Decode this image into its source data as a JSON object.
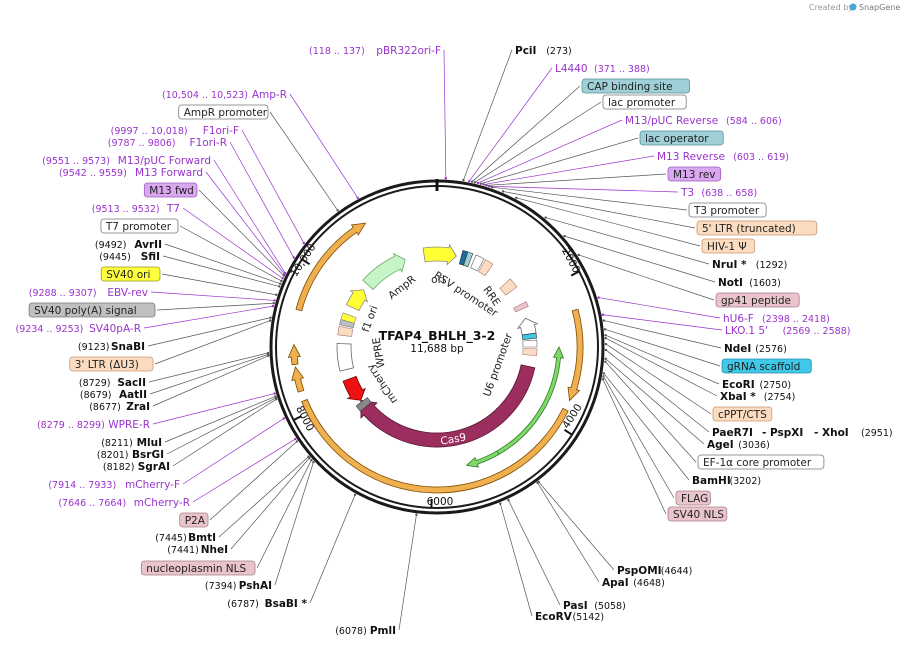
{
  "credit": {
    "prefix": "Created by",
    "brand": "SnapGene"
  },
  "plasmid": {
    "name": "TFAP4_BHLH_3-2",
    "length": "11,688 bp"
  },
  "ticks": [
    "2000",
    "4000",
    "6000",
    "8000",
    "10,000"
  ],
  "inner_labels": [
    "AmpR",
    "ori",
    "RSV promoter",
    "RRE",
    "f1 ori",
    "WPRE",
    "mCherry",
    "U6 promoter",
    "Cas9"
  ],
  "enzymes": [
    {
      "name": "PciI",
      "pos": "(273)"
    },
    {
      "name": "NruI *",
      "pos": "(1292)"
    },
    {
      "name": "NotI",
      "pos": "(1603)"
    },
    {
      "name": "NdeI",
      "pos": "(2576)"
    },
    {
      "name": "EcoRI",
      "pos": "(2750)"
    },
    {
      "name": "XbaI *",
      "pos": "(2754)"
    },
    {
      "name": "PaeR7I",
      "pos": ""
    },
    {
      "name": "- PspXI",
      "pos": ""
    },
    {
      "name": "- XhoI",
      "pos": "(2951)"
    },
    {
      "name": "AgeI",
      "pos": "(3036)"
    },
    {
      "name": "BamHI",
      "pos": "(3202)"
    },
    {
      "name": "PspOMI",
      "pos": "(4644)"
    },
    {
      "name": "ApaI",
      "pos": "(4648)"
    },
    {
      "name": "PasI",
      "pos": "(5058)"
    },
    {
      "name": "EcoRV",
      "pos": "(5142)"
    },
    {
      "name": "PmlI",
      "pos": "(6078)"
    },
    {
      "name": "BsaBI *",
      "pos": "(6787)"
    },
    {
      "name": "PshAI",
      "pos": "(7394)"
    },
    {
      "name": "NheI",
      "pos": "(7441)"
    },
    {
      "name": "BmtI",
      "pos": "(7445)"
    },
    {
      "name": "SgrAI",
      "pos": "(8182)"
    },
    {
      "name": "BsrGI",
      "pos": "(8201)"
    },
    {
      "name": "MluI",
      "pos": "(8211)"
    },
    {
      "name": "ZraI",
      "pos": "(8677)"
    },
    {
      "name": "AatII",
      "pos": "(8679)"
    },
    {
      "name": "SacII",
      "pos": "(8729)"
    },
    {
      "name": "SnaBI",
      "pos": "(9123)"
    },
    {
      "name": "SfiI",
      "pos": "(9445)"
    },
    {
      "name": "AvrII",
      "pos": "(9492)"
    }
  ],
  "features": [
    {
      "name": "pBR322ori-F",
      "range": "(118 .. 137)"
    },
    {
      "name": "L4440",
      "range": "(371 .. 388)"
    },
    {
      "name": "M13/pUC Reverse",
      "range": "(584 .. 606)"
    },
    {
      "name": "M13 Reverse",
      "range": "(603 .. 619)"
    },
    {
      "name": "T3",
      "range": "(638 .. 658)"
    },
    {
      "name": "hU6-F",
      "range": "(2398 .. 2418)"
    },
    {
      "name": "LKO.1 5'",
      "range": "(2569 .. 2588)"
    },
    {
      "name": "mCherry-F",
      "range": "(7914 .. 7933)"
    },
    {
      "name": "mCherry-R",
      "range": "(7646 .. 7664)"
    },
    {
      "name": "WPRE-R",
      "range": "(8279 .. 8299)"
    },
    {
      "name": "SV40pA-R",
      "range": "(9234 .. 9253)"
    },
    {
      "name": "EBV-rev",
      "range": "(9288 .. 9307)"
    },
    {
      "name": "T7",
      "range": "(9513 .. 9532)"
    },
    {
      "name": "M13 Forward",
      "range": "(9542 .. 9559)"
    },
    {
      "name": "M13/pUC Forward",
      "range": "(9551 .. 9573)"
    },
    {
      "name": "F1ori-R",
      "range": "(9787 .. 9806)"
    },
    {
      "name": "F1ori-F",
      "range": "(9997 .. 10,018)"
    },
    {
      "name": "Amp-R",
      "range": "(10,504 .. 10,523)"
    }
  ],
  "boxes": [
    {
      "name": "CAP binding site",
      "fill": "#9fd0d8",
      "stroke": "#5a8f99"
    },
    {
      "name": "lac promoter",
      "fill": "#ffffff",
      "stroke": "#777777"
    },
    {
      "name": "lac operator",
      "fill": "#9fd0d8",
      "stroke": "#5a8f99"
    },
    {
      "name": "M13 rev",
      "fill": "#d9a8f0",
      "stroke": "#9b5fbf"
    },
    {
      "name": "T3 promoter",
      "fill": "#ffffff",
      "stroke": "#777777"
    },
    {
      "name": "5' LTR (truncated)",
      "fill": "#fcdcc0",
      "stroke": "#c69873"
    },
    {
      "name": "HIV-1 Ψ",
      "fill": "#fcdcc0",
      "stroke": "#c69873"
    },
    {
      "name": "gp41 peptide",
      "fill": "#e9c4cc",
      "stroke": "#a9808a"
    },
    {
      "name": "gRNA scaffold",
      "fill": "#3fc8e8",
      "stroke": "#2a8ea6"
    },
    {
      "name": "cPPT/CTS",
      "fill": "#fcdcc0",
      "stroke": "#c69873"
    },
    {
      "name": "EF-1α core promoter",
      "fill": "#ffffff",
      "stroke": "#777777"
    },
    {
      "name": "FLAG",
      "fill": "#e9c4cc",
      "stroke": "#a9808a"
    },
    {
      "name": "SV40 NLS",
      "fill": "#e9c4cc",
      "stroke": "#a9808a"
    },
    {
      "name": "P2A",
      "fill": "#e9c4cc",
      "stroke": "#a9808a"
    },
    {
      "name": "nucleoplasmin NLS",
      "fill": "#e9c4cc",
      "stroke": "#a9808a"
    },
    {
      "name": "3' LTR (ΔU3)",
      "fill": "#fcdcc0",
      "stroke": "#c69873"
    },
    {
      "name": "SV40 poly(A) signal",
      "fill": "#c0c0c0",
      "stroke": "#777777"
    },
    {
      "name": "SV40 ori",
      "fill": "#ffff3c",
      "stroke": "#999922"
    },
    {
      "name": "T7 promoter",
      "fill": "#ffffff",
      "stroke": "#777777"
    },
    {
      "name": "M13 fwd",
      "fill": "#d9a8f0",
      "stroke": "#9b5fbf"
    },
    {
      "name": "AmpR promoter",
      "fill": "#ffffff",
      "stroke": "#777777"
    }
  ],
  "colors": {
    "backbone": "#1a1a1a",
    "primer": "#9933cc",
    "orf_orange": "#f0b050",
    "cas9": "#9b2d5f",
    "mcherry": "#ee1111",
    "u6": "#7dd86a",
    "ampr": "#c8f5c8",
    "ori": "#ffff33"
  }
}
